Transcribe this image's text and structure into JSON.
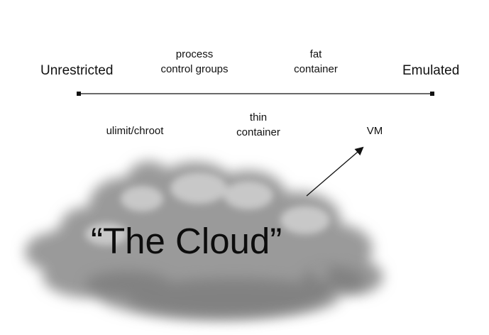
{
  "axis": {
    "left_label": "Unrestricted",
    "right_label": "Emulated"
  },
  "above_labels": {
    "process_control_groups": [
      "process",
      "control groups"
    ],
    "fat_container": [
      "fat",
      "container"
    ]
  },
  "below_labels": {
    "ulimit_chroot": "ulimit/chroot",
    "thin_container": [
      "thin",
      "container"
    ],
    "vm": "VM"
  },
  "cloud": {
    "title": "“The Cloud”"
  }
}
